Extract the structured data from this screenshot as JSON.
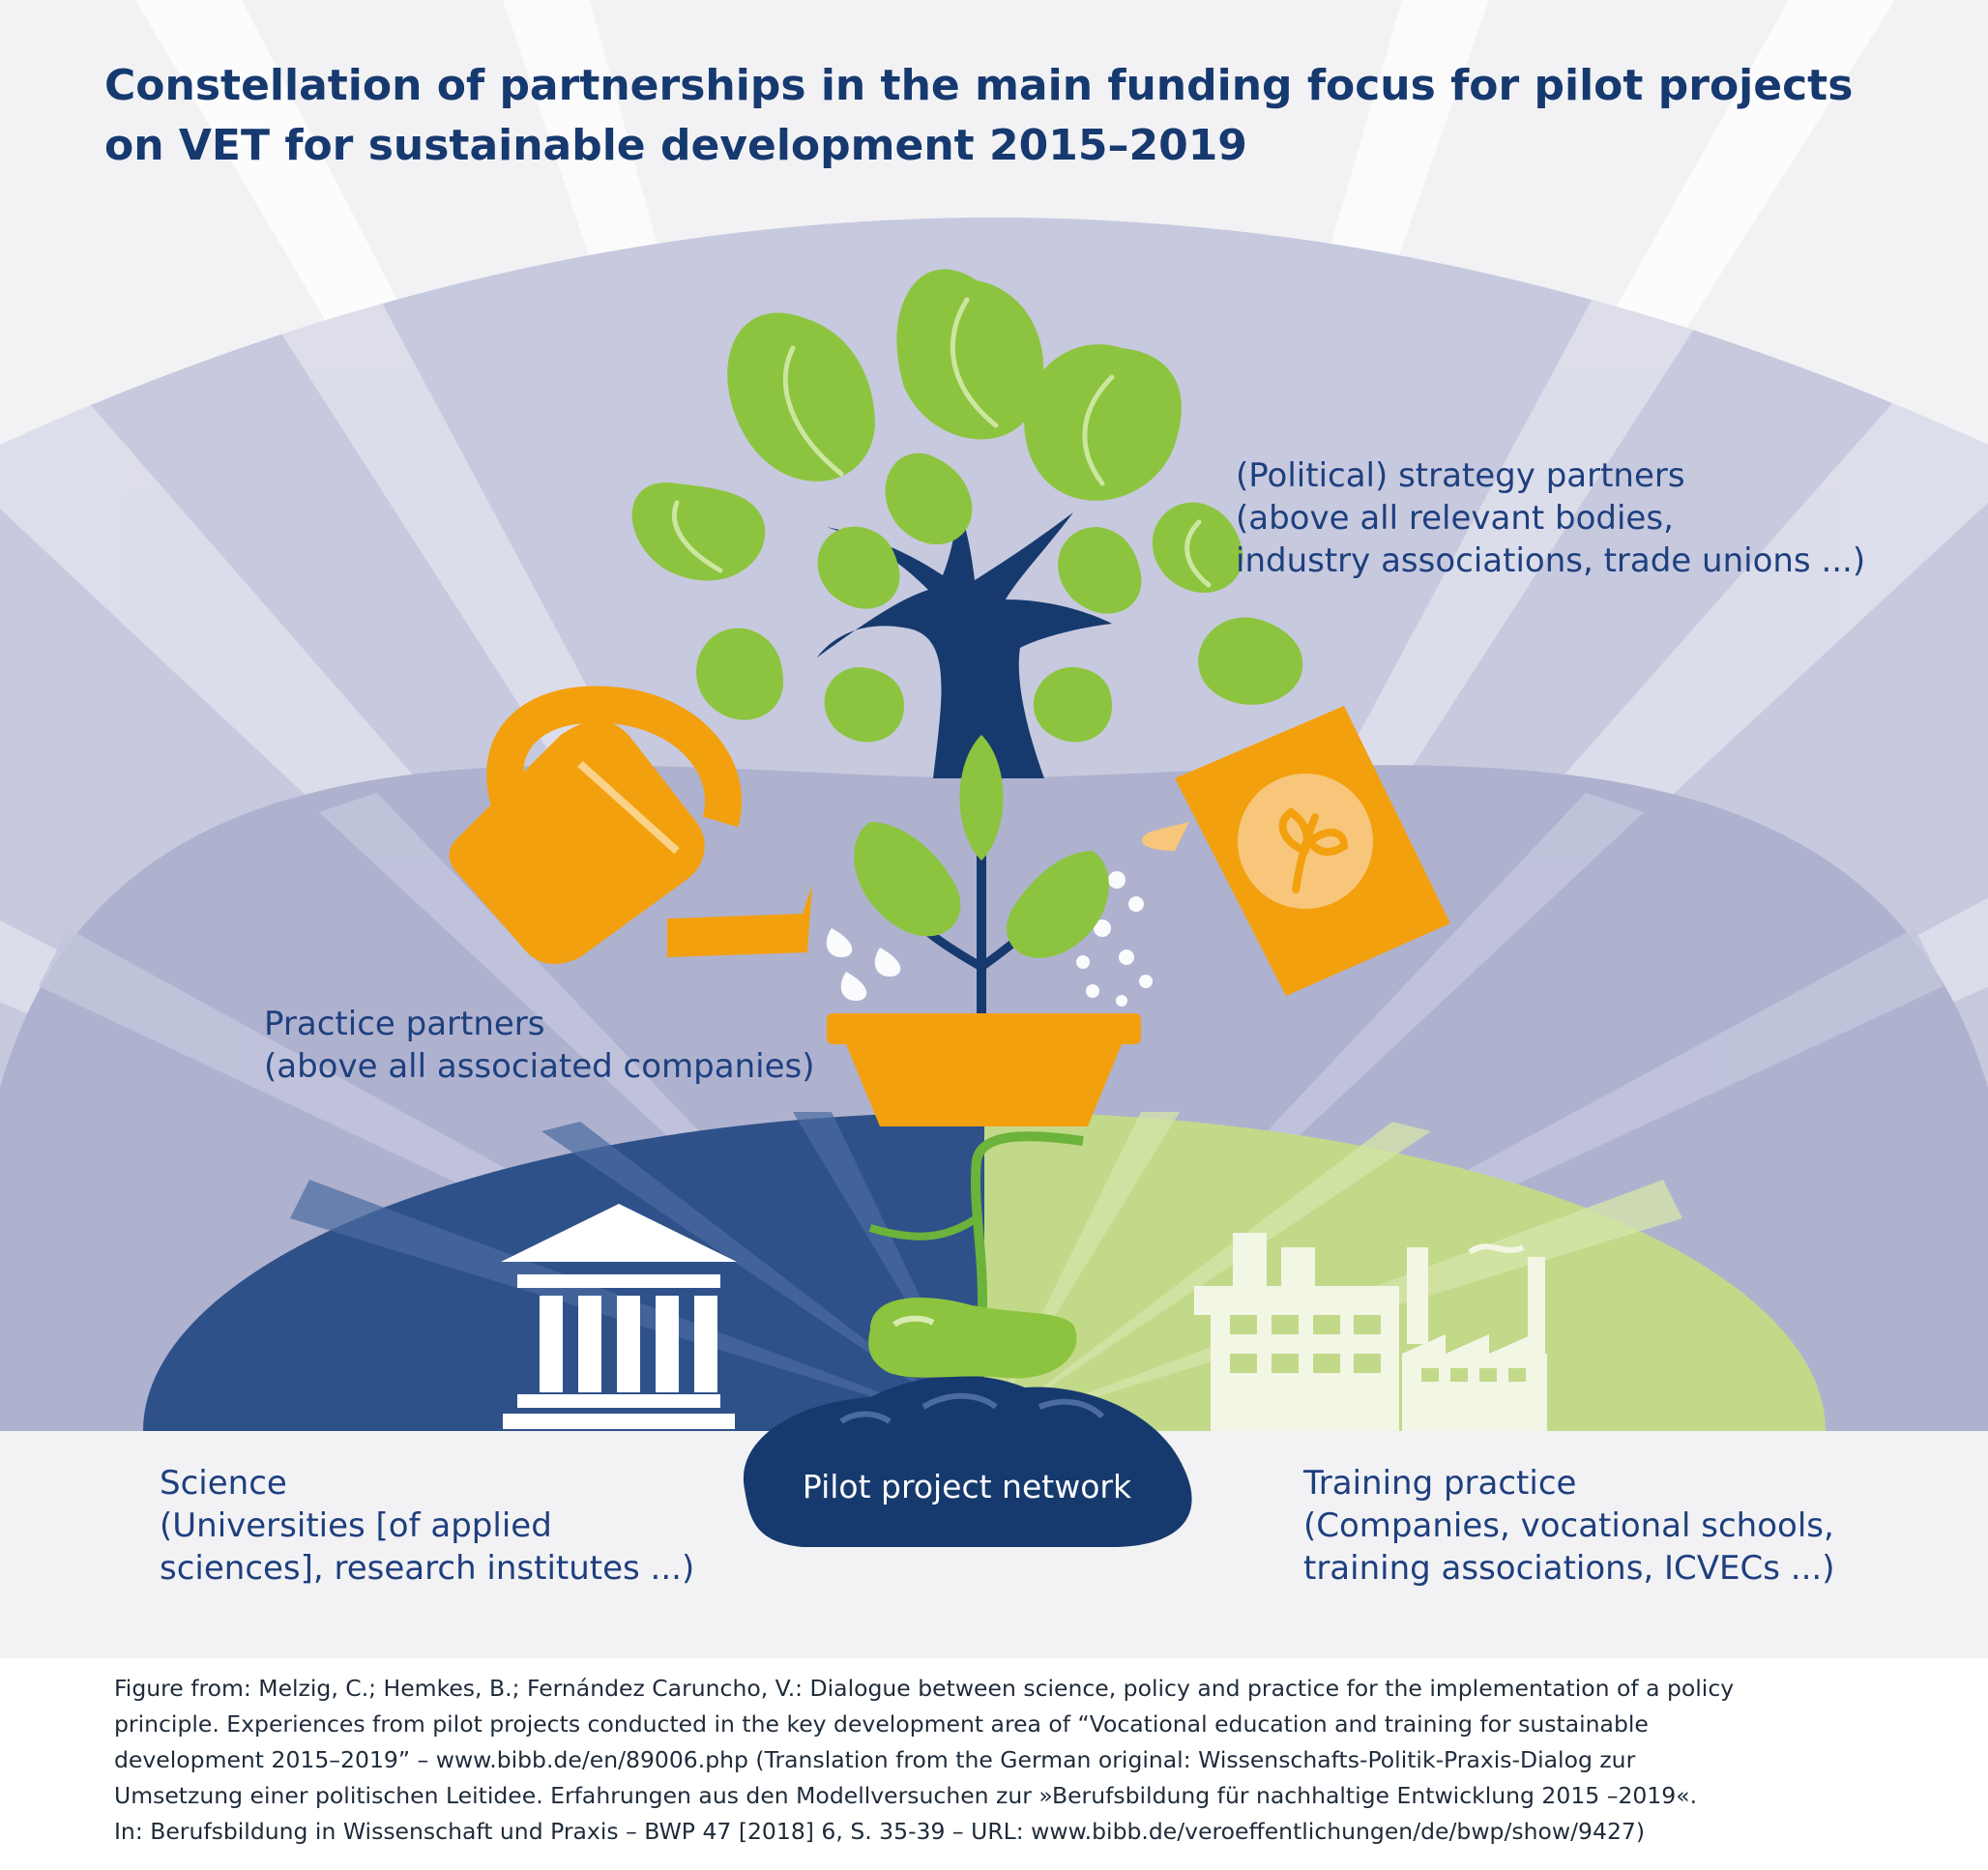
{
  "title": {
    "line1": "Constellation of partnerships in the main funding focus for pilot projects",
    "line2": "on VET for sustainable development 2015–2019"
  },
  "labels": {
    "strategy": {
      "line1": "(Political) strategy partners",
      "line2": "(above all relevant bodies,",
      "line3": "industry associations, trade unions ...)"
    },
    "practice": {
      "line1": "Practice partners",
      "line2": "(above all associated companies)"
    },
    "science": {
      "line1": "Science",
      "line2": "(Universities [of applied",
      "line3": "sciences], research institutes ...)"
    },
    "training": {
      "line1": "Training practice",
      "line2": "(Companies, vocational schools,",
      "line3": "training associations, ICVECs ...)"
    },
    "network": "Pilot project network"
  },
  "caption": {
    "line1": "Figure from: Melzig, C.; Hemkes, B.; Fernández Caruncho, V.: Dialogue between science, policy and practice for the implementation of a policy",
    "line2": "principle. Experiences from pilot projects conducted in the key development area of “Vocational education and training for sustainable",
    "line3": "development 2015–2019” – www.bibb.de/en/89006.php (Translation from the German original: Wissenschafts-Politik-Praxis-Dialog zur",
    "line4": "Umsetzung einer politischen Leitidee. Erfahrungen aus den Modellversuchen zur »Berufsbildung für nachhaltige Entwicklung 2015 –2019«.",
    "line5": "In: Berufsbildung in Wissenschaft und Praxis – BWP 47 [2018] 6, S. 35-39 – URL: www.bibb.de/veroeffentlichungen/de/bwp/show/9427)"
  },
  "colors": {
    "title": "#16396f",
    "text": "#1e3f7e",
    "leaf_green": "#8dc43f",
    "dark_navy": "#173a6e",
    "orange": "#f3a00f",
    "science_blue": "#2f5189",
    "training_green": "#c2d98a"
  },
  "icons": [
    "watering-can-icon",
    "seed-packet-icon",
    "university-building-icon",
    "factory-icon",
    "sprouting-seed-icon",
    "tree-icon",
    "potted-plant-icon"
  ]
}
